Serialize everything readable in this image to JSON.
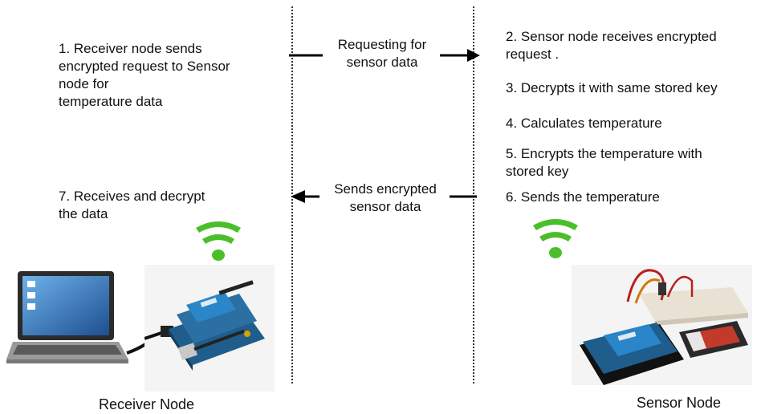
{
  "left_steps": {
    "step1": [
      "1. Receiver node sends",
      "encrypted request to Sensor",
      "node for",
      "temperature data"
    ],
    "step7": [
      "7. Receives and decrypt",
      "the data"
    ]
  },
  "right_steps": {
    "step2": [
      "2. Sensor node receives encrypted",
      "request ."
    ],
    "step3": "3. Decrypts it with same stored key",
    "step4": "4. Calculates temperature",
    "step5": [
      "5. Encrypts the temperature with",
      "stored key"
    ],
    "step6": "6. Sends the temperature"
  },
  "arrows": {
    "request": [
      "Requesting for",
      "sensor data"
    ],
    "response": [
      "Sends encrypted",
      "sensor data"
    ]
  },
  "captions": {
    "receiver": "Receiver Node",
    "sensor": "Sensor Node"
  },
  "colors": {
    "wifi": "#4bbf2a",
    "board": "#1f5d8c",
    "arrow": "#000000"
  },
  "icons": {
    "wifi_left": "wifi-icon",
    "wifi_right": "wifi-icon",
    "laptop": "laptop-icon",
    "receiver_board": "arduino-xbee-board",
    "sensor_board": "arduino-breadboard-sensor"
  }
}
